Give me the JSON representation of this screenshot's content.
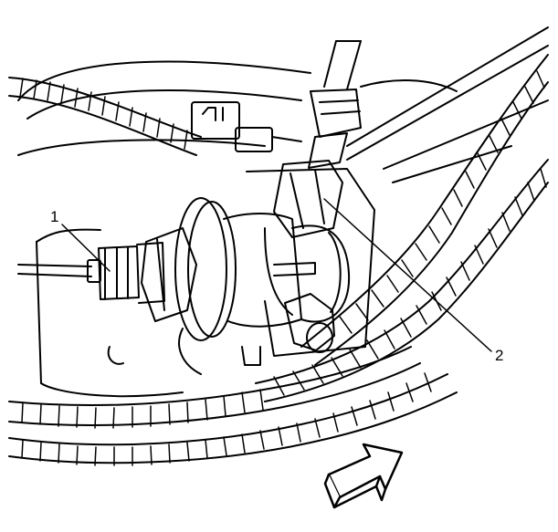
{
  "diagram": {
    "callouts": [
      {
        "id": "callout-1",
        "label": "1"
      },
      {
        "id": "callout-2",
        "label": "2"
      }
    ],
    "colors": {
      "ink": "#000000",
      "paper": "#ffffff"
    },
    "arrow_direction": "up-right"
  }
}
